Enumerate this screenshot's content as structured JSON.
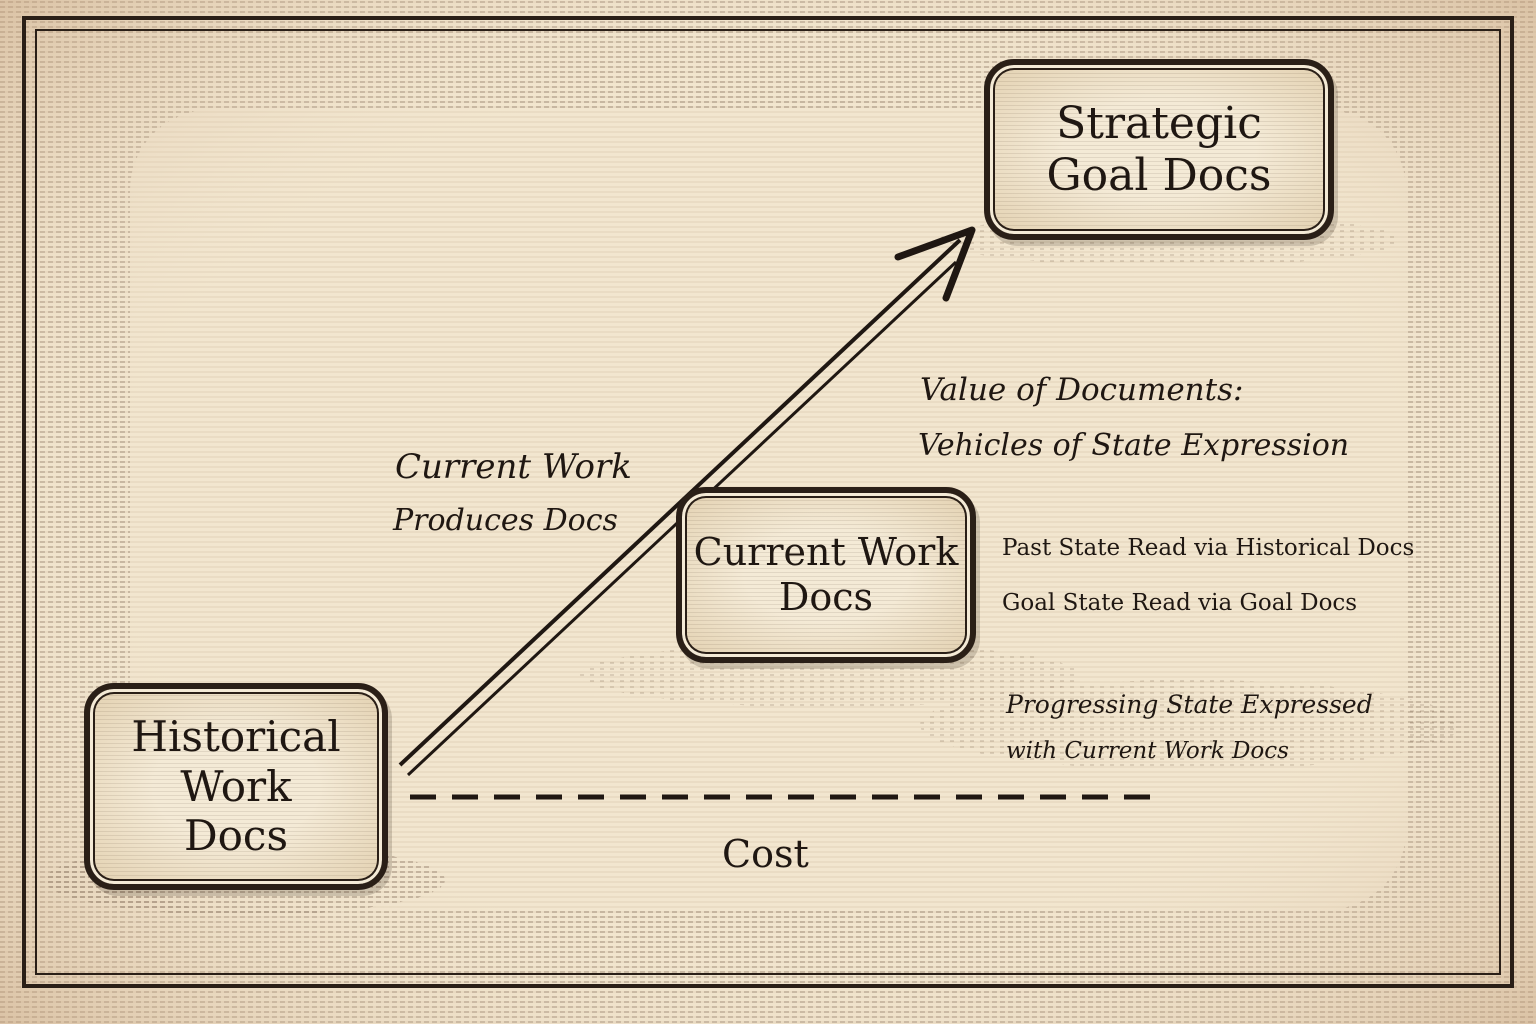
{
  "boxes": {
    "historical": "Historical\nWork\nDocs",
    "current": "Current Work\nDocs",
    "strategic": "Strategic\nGoal Docs"
  },
  "arrow_label": {
    "line1": "Current Work",
    "line2": "Produces Docs"
  },
  "value_note": {
    "line1": "Value of Documents:",
    "line2": "Vehicles of State Expression"
  },
  "state_notes": {
    "past": "Past State Read via Historical Docs",
    "goal": "Goal State Read via Goal Docs"
  },
  "progress_note": {
    "line1": "Progressing State Expressed",
    "line2": "with Current Work Docs"
  },
  "cost_label": "Cost",
  "colors": {
    "ink": "#2a1f17",
    "paper": "#f2e6cf"
  }
}
